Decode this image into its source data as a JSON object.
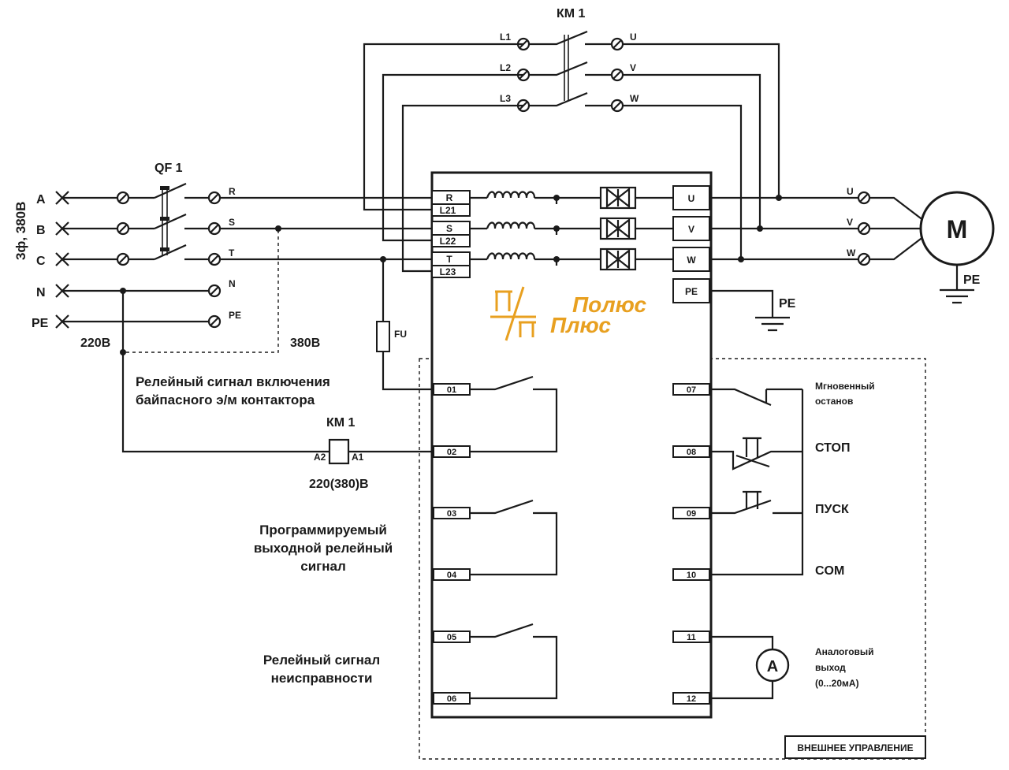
{
  "colors": {
    "line": "#1a1a1a",
    "logo": "#e8a020",
    "background": "#ffffff"
  },
  "supply": {
    "label": "3ф, 380В",
    "phases": [
      "A",
      "B",
      "C",
      "N",
      "PE"
    ],
    "breaker": "QF 1",
    "breaker_out": [
      "R",
      "S",
      "T",
      "N",
      "PE"
    ],
    "v220": "220В",
    "v380": "380В"
  },
  "bypass": {
    "contactor": "КМ 1",
    "in": [
      "L1",
      "L2",
      "L3"
    ],
    "out": [
      "U",
      "V",
      "W"
    ]
  },
  "starter": {
    "inputs": [
      {
        "top": "R",
        "bottom": "L21"
      },
      {
        "top": "S",
        "bottom": "L22"
      },
      {
        "top": "T",
        "bottom": "L23"
      }
    ],
    "outputs": [
      "U",
      "V",
      "W",
      "PE"
    ],
    "logo_icon": "П/П",
    "brand_line1": "Полюс",
    "brand_line2": "Плюс",
    "terminals_left": [
      "01",
      "02",
      "03",
      "04",
      "05",
      "06"
    ],
    "terminals_right": [
      "07",
      "08",
      "09",
      "10",
      "11",
      "12"
    ]
  },
  "motor": {
    "symbol": "M",
    "phases": [
      "U",
      "V",
      "W"
    ],
    "pe": "PE",
    "pe_ground": "PE"
  },
  "fuse": "FU",
  "coil": {
    "name": "КМ 1",
    "a2": "A2",
    "a1": "A1",
    "voltage": "220(380)В"
  },
  "left_labels": {
    "bypass_line1": "Релейный сигнал включения",
    "bypass_line2": "байпасного э/м контактора",
    "prog_line1": "Программируемый",
    "prog_line2": "выходной релейный",
    "prog_line3": "сигнал",
    "fault_line1": "Релейный сигнал",
    "fault_line2": "неисправности"
  },
  "right_labels": {
    "estop_line1": "Мгновенный",
    "estop_line2": "останов",
    "stop": "СТОП",
    "start": "ПУСК",
    "com": "COM",
    "analog_line1": "Аналоговый",
    "analog_line2": "выход",
    "analog_line3": "(0...20мА)",
    "ammeter": "A"
  },
  "external": "ВНЕШНЕЕ УПРАВЛЕНИЕ"
}
